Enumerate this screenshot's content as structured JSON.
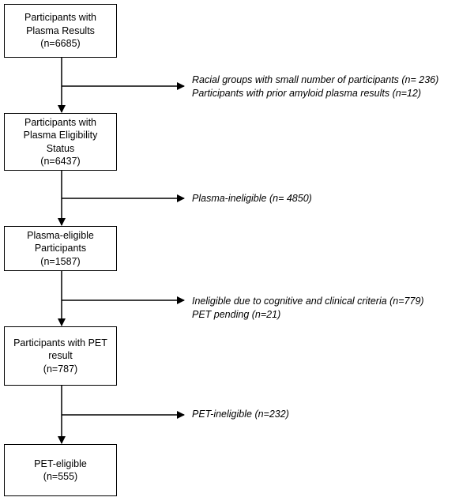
{
  "boxes": [
    {
      "lines": [
        "Participants with",
        "Plasma Results",
        "(n=6685)"
      ]
    },
    {
      "lines": [
        "Participants with",
        "Plasma Eligibility",
        "Status",
        "(n=6437)"
      ]
    },
    {
      "lines": [
        "Plasma-eligible",
        "Participants",
        "(n=1587)"
      ]
    },
    {
      "lines": [
        "Participants with PET",
        "result",
        "(n=787)"
      ]
    },
    {
      "lines": [
        "PET-eligible",
        "(n=555)"
      ]
    }
  ],
  "exclusions": [
    {
      "lines": [
        "Racial groups with small number of participants (n= 236)",
        "Participants with prior amyloid plasma results (n=12)"
      ]
    },
    {
      "lines": [
        "Plasma-ineligible (n= 4850)"
      ]
    },
    {
      "lines": [
        "Ineligible due to cognitive and clinical criteria (n=779)",
        "PET pending (n=21)"
      ]
    },
    {
      "lines": [
        "PET-ineligible (n=232)"
      ]
    }
  ]
}
